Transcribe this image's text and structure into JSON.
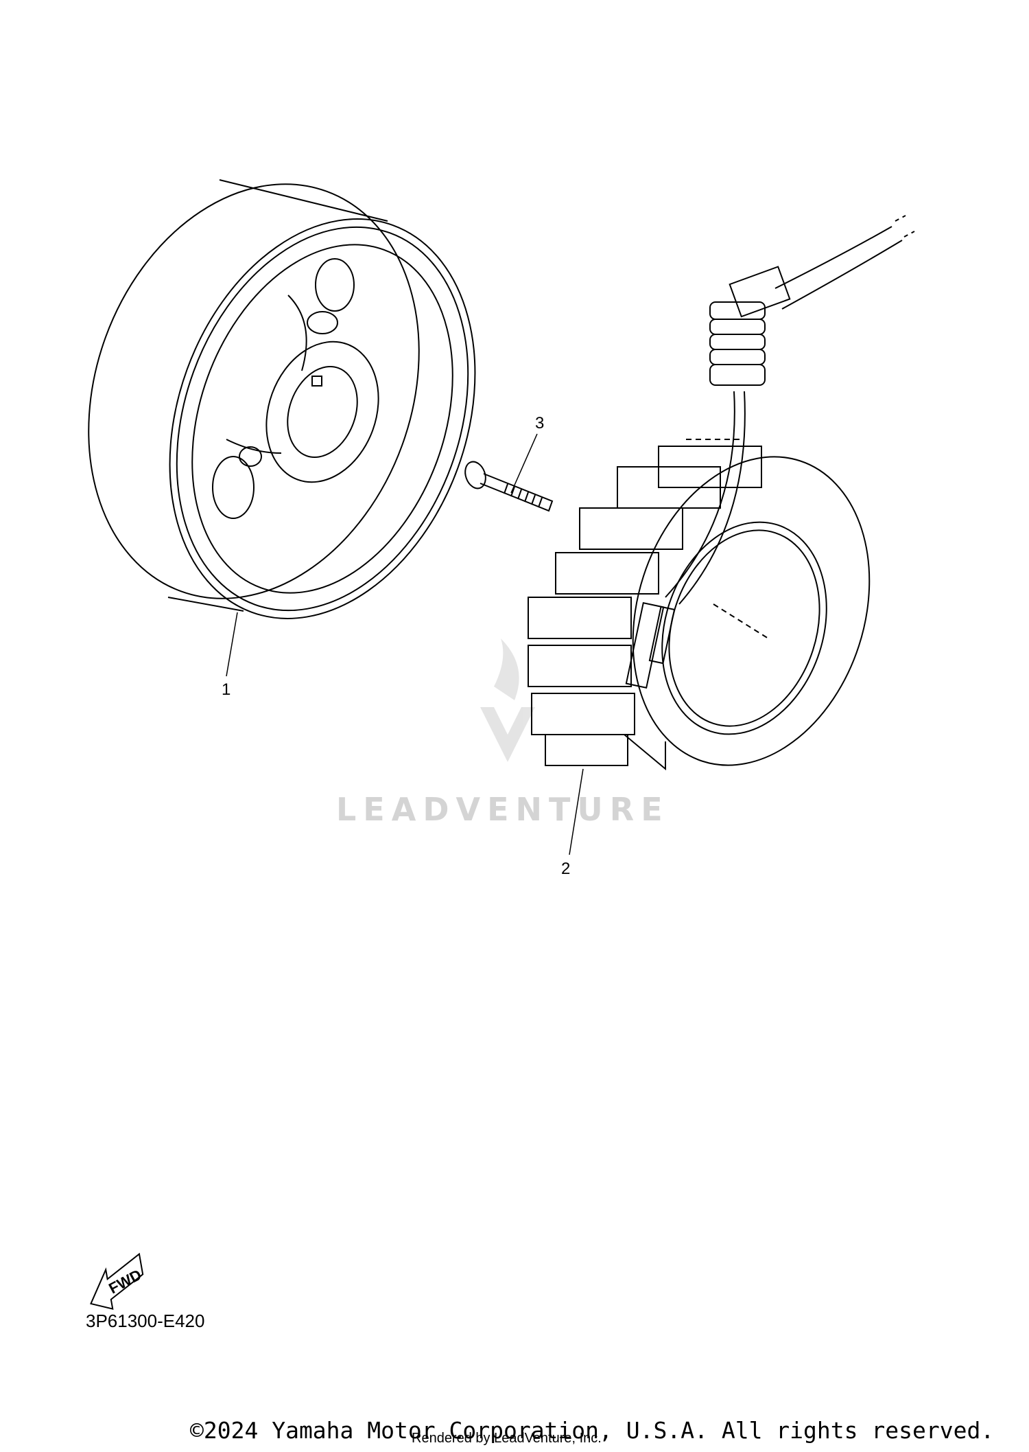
{
  "diagram": {
    "callouts": [
      {
        "id": "part-1",
        "label": "1"
      },
      {
        "id": "part-2",
        "label": "2"
      },
      {
        "id": "part-3",
        "label": "3"
      }
    ],
    "reference_code": "3P61300-E420",
    "fwd_label": "FWD",
    "watermark": "LEADVENTURE"
  },
  "footer": {
    "copyright": "©2024 Yamaha Motor Corporation, U.S.A. All rights reserved.",
    "rendered_by": "Rendered by LeadVenture, Inc."
  }
}
